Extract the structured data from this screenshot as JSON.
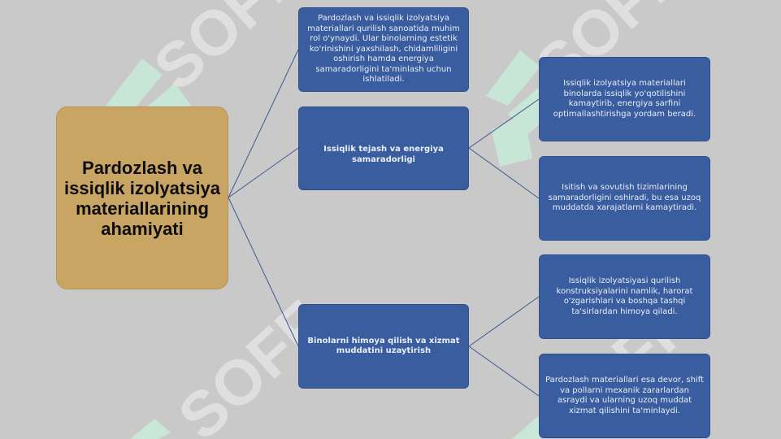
{
  "diagram": {
    "root": {
      "label": "Pardozlash va issiqlik izolyatsiya materiallarining ahamiyati"
    },
    "level1": [
      {
        "id": "intro",
        "label": "Pardozlash va issiqlik izolyatsiya materiallari qurilish sanoatida muhim rol o'ynaydi. Ular binolarning estetik ko'rinishini yaxshilash, chidamliligini oshirish hamda energiya samaradorligini ta'minlash uchun ishlatiladi."
      },
      {
        "id": "energy",
        "label": "Issiqlik tejash va energiya samaradorligi"
      },
      {
        "id": "protect",
        "label": "Binolarni himoya qilish va xizmat muddatini uzaytirish"
      }
    ],
    "level2": [
      {
        "parent": "energy",
        "label": "Issiqlik izolyatsiya materiallari binolarda issiqlik yo'qotilishini kamaytirib, energiya sarfini optimallashtirishga yordam beradi."
      },
      {
        "parent": "energy",
        "label": "Isitish va sovutish tizimlarining samaradorligini oshiradi, bu esa uzoq muddatda xarajatlarni kamaytiradi."
      },
      {
        "parent": "protect",
        "label": "Issiqlik izolyatsiyasi qurilish konstruksiyalarini namlik, harorat o'zgarishlari va boshqa tashqi ta'sirlardan himoya qiladi."
      },
      {
        "parent": "protect",
        "label": "Pardozlash materiallari esa devor, shift va pollarni mexanik zararlardan asraydi va ularning uzoq muddat xizmat qilishini ta'minlaydi."
      }
    ]
  },
  "watermark": {
    "text": "SOFF",
    "text_color": "#e6e6e6",
    "logo_color": "#c8ecd8"
  },
  "colors": {
    "background": "#c9c9c9",
    "root_fill": "#c9a564",
    "node_fill": "#3a5d9f",
    "connector": "#3c5a90"
  }
}
